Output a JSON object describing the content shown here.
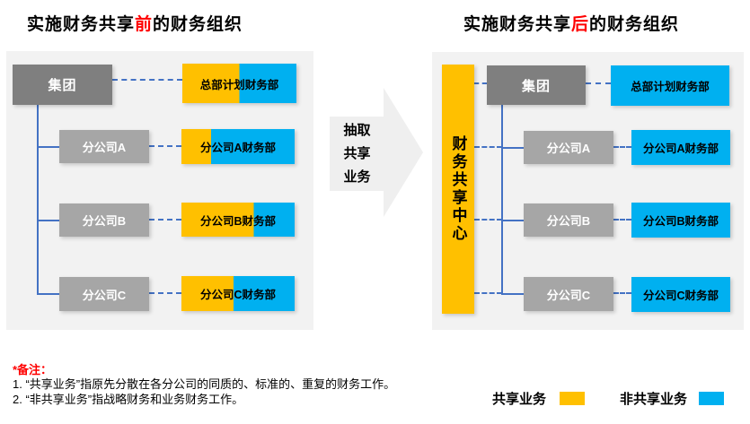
{
  "colors": {
    "shared": "#FFC000",
    "non_shared": "#00B0F0",
    "group_box": "#7F7F7F",
    "branch_box": "#A6A6A6",
    "panel_bg": "#F2F2F2",
    "line": "#4472C4",
    "red": "#FF0000",
    "arrow_bg": "#EFEFEF"
  },
  "left": {
    "title": {
      "pre": "实施财务共享",
      "highlight": "前",
      "post": "的财务组织"
    },
    "group_label": "集团",
    "hq_dept": {
      "label": "总部计划财务部",
      "shared_pct": 50
    },
    "rows": [
      {
        "company": "分公司A",
        "dept": "分公司A财务部",
        "shared_pct": 26
      },
      {
        "company": "分公司B",
        "dept": "分公司B财务部",
        "shared_pct": 64
      },
      {
        "company": "分公司C",
        "dept": "分公司C财务部",
        "shared_pct": 46
      }
    ]
  },
  "transform_arrow": {
    "label": "抽取\n共享\n业务"
  },
  "right": {
    "title": {
      "pre": "实施财务共享",
      "highlight": "后",
      "post": "的财务组织"
    },
    "center_label": "财务共享中心",
    "group_label": "集团",
    "hq_dept": {
      "label": "总部计划财务部"
    },
    "rows": [
      {
        "company": "分公司A",
        "dept": "分公司A财务部"
      },
      {
        "company": "分公司B",
        "dept": "分公司B财务部"
      },
      {
        "company": "分公司C",
        "dept": "分公司C财务部"
      }
    ]
  },
  "notes": {
    "header": "*备注：",
    "items": [
      "1. “共享业务”指原先分散在各分公司的同质的、标准的、重复的财务工作。",
      "2. “非共享业务”指战略财务和业务财务工作。"
    ]
  },
  "legend": [
    {
      "label": "共享业务",
      "color_key": "shared"
    },
    {
      "label": "非共享业务",
      "color_key": "non_shared"
    }
  ]
}
